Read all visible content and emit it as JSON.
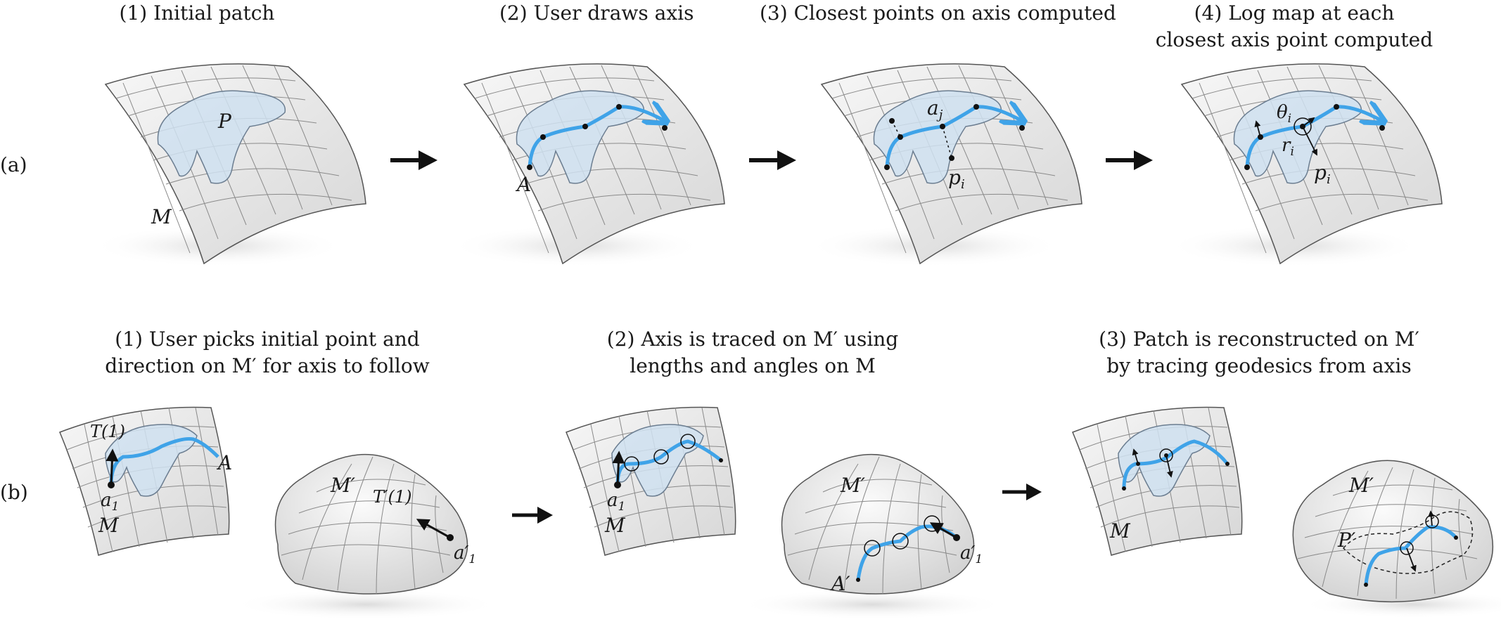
{
  "row_labels": {
    "a": "(a)",
    "b": "(b)"
  },
  "row_a": {
    "panel1": {
      "caption": "(1) Initial patch",
      "label_P": "P",
      "label_M": "M"
    },
    "panel2": {
      "caption": "(2) User draws axis",
      "label_A": "A"
    },
    "panel3": {
      "caption": "(3) Closest points on axis computed",
      "label_aj": "a",
      "label_aj_sub": "j",
      "label_pi": "p",
      "label_pi_sub": "i"
    },
    "panel4": {
      "caption_line1": "(4) Log map at each",
      "caption_line2": "closest axis point computed",
      "label_theta": "θ",
      "label_theta_sub": "i",
      "label_r": "r",
      "label_r_sub": "i",
      "label_p": "p",
      "label_p_sub": "i"
    }
  },
  "row_b": {
    "panel1": {
      "caption_line1": "(1) User picks initial point and",
      "caption_line2": "direction on M′ for axis to follow",
      "label_T1": "T(1)",
      "label_A": "A",
      "label_a1": "a",
      "label_a1_sub": "1",
      "label_M": "M",
      "label_Mprime": "M′",
      "label_Tprime1": "T′(1)",
      "label_a1prime": "a′",
      "label_a1prime_sub": "1"
    },
    "panel2": {
      "caption_line1": "(2) Axis is traced on M′ using",
      "caption_line2": "lengths and angles on M",
      "label_a1": "a",
      "label_a1_sub": "1",
      "label_M": "M",
      "label_Mprime": "M′",
      "label_a1prime": "a′",
      "label_a1prime_sub": "1",
      "label_Aprime": "A′"
    },
    "panel3": {
      "caption_line1": "(3) Patch is reconstructed on M′",
      "caption_line2": "by tracing geodesics from axis",
      "label_M": "M",
      "label_Mprime": "M′",
      "label_Pprime": "P′"
    }
  },
  "colors": {
    "axis": "#3fa3e8",
    "patch_fill": "#cfe0f0",
    "patch_stroke": "#6b7d90",
    "surface_fill": "#ececec",
    "surface_stroke": "#555555",
    "grid": "#8a8a8a",
    "arrow": "#111111"
  }
}
